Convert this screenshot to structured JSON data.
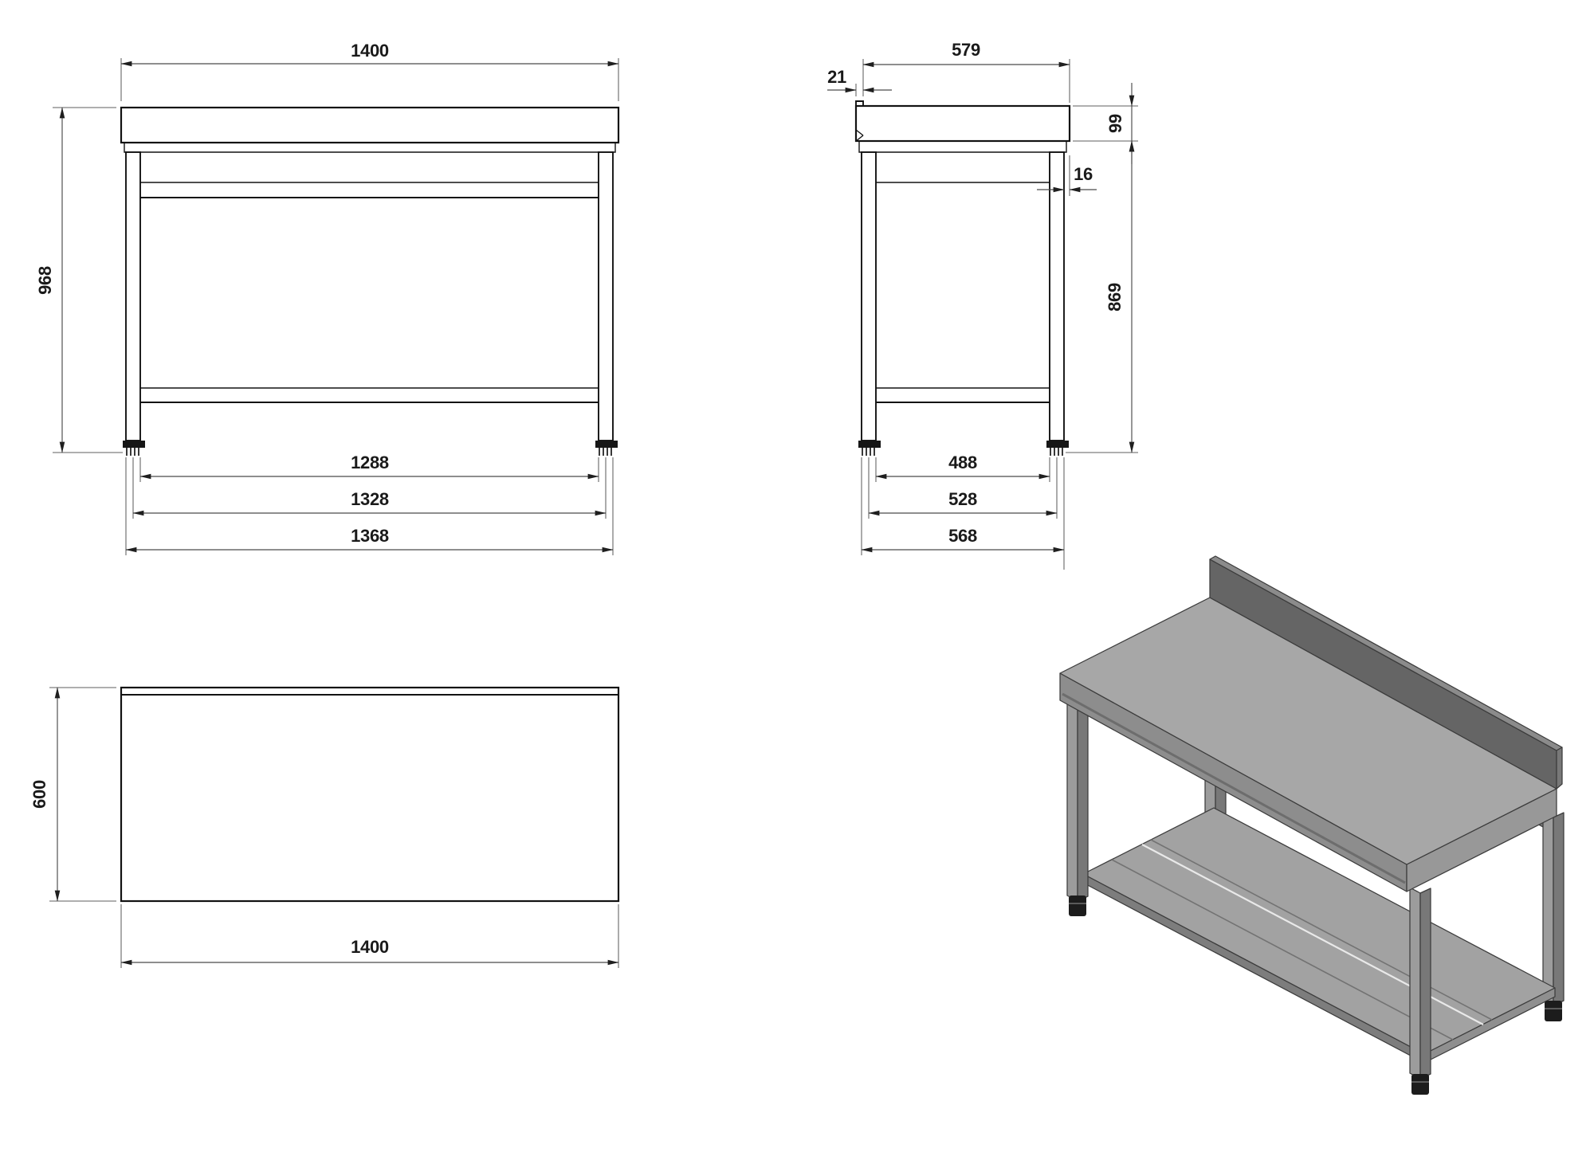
{
  "views": {
    "front": {
      "dims": {
        "top_width": "1400",
        "overall_height": "968",
        "leg_inner_span": "1288",
        "leg_center_span": "1328",
        "base_outer_span": "1368"
      }
    },
    "side": {
      "dims": {
        "top_depth": "579",
        "upstand_thickness": "21",
        "top_thickness": "99",
        "top_overhang": "16",
        "leg_height": "869",
        "leg_inner_span": "488",
        "leg_center_span": "528",
        "base_outer_span": "568"
      }
    },
    "top": {
      "dims": {
        "depth": "600",
        "width": "1400"
      }
    }
  },
  "colors": {
    "line": "#121212",
    "dimension": "#4a4a4a",
    "steel_top": "#a7a7a7",
    "steel_mid": "#8d8d8d",
    "steel_dark": "#656565",
    "foot": "#161616",
    "background": "#ffffff"
  }
}
